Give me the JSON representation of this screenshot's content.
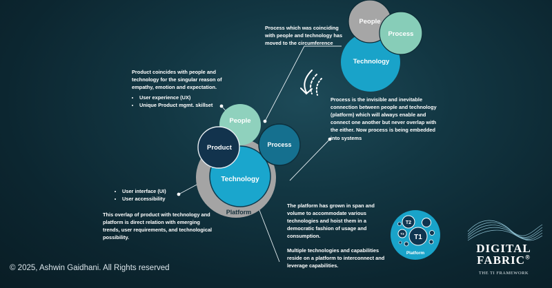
{
  "top_callout": "Process which was coinciding with people and technology has moved to the circumference",
  "product_callout": {
    "heading": "Product coincides with people and technology for the singular reason of empathy, emotion and expectation.",
    "bullets": [
      "User experience (UX)",
      "Unique Product mgmt. skillset"
    ]
  },
  "process_callout": "Process is the invisible and inevitable connection between people and technology (platform) which will always enable and connect one another but never overlap with the either. Now process is being embedded into systems",
  "tech_bullets": [
    "User interface (UI)",
    "User accessibility"
  ],
  "overlap_callout": "This overlap of product with technology and platform is direct relation with emerging trends, user requirements, and technological possibility.",
  "platform_callout_1": "The platform has grown in span and volume to accommodate various technologies and hoist them in a democratic fashion of usage and consumption.",
  "platform_callout_2": "Multiple technologies and capabilities reside on a platform to interconnect and leverage capabilities.",
  "main_diagram": {
    "people": "People",
    "product": "Product",
    "process": "Process",
    "technology": "Technology",
    "platform": "Platform"
  },
  "top_diagram": {
    "people": "People",
    "process": "Process",
    "technology": "Technology"
  },
  "mini_diagram": {
    "t1": "T1",
    "t2": "T2",
    "t3": "T3",
    "platform": "Platform"
  },
  "copyright": "© 2025, Ashwin Gaidhani. All Rights reserved",
  "brand": {
    "line1": "DIGITAL",
    "line2": "FABRIC",
    "mark": "®",
    "tagline": "THE TI FRAMEWORK"
  },
  "colors": {
    "people": "#8fd1bd",
    "product": "#12334d",
    "process": "#15708f",
    "technology": "#19a3c9",
    "platform_ring": "#9d9d9d",
    "top_people": "#a6a6a6",
    "top_process": "#87cdb8"
  }
}
